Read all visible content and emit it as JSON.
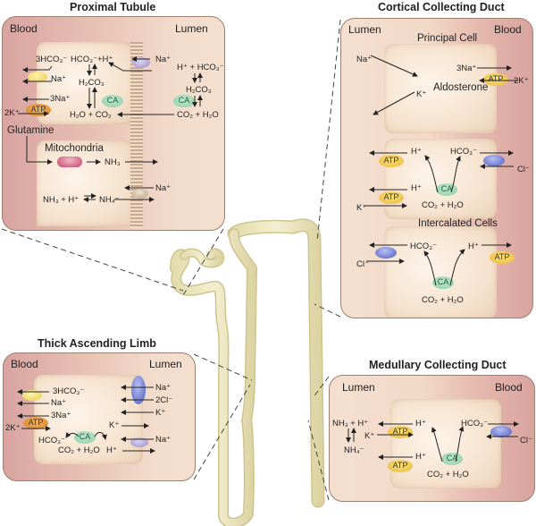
{
  "figure": {
    "nephron_icon": "nephron-tubule-drawing"
  },
  "proximal_tubule": {
    "title": "Proximal Tubule",
    "blood": "Blood",
    "lumen": "Lumen",
    "hco3_out": "3HCO₃⁻",
    "hco3_h": "HCO₃⁻+H⁺",
    "na_in_basolateral": "Na⁺",
    "h2co3_cell": "H₂CO₃",
    "na3": "3Na⁺",
    "k2": "2K⁺",
    "atp": "ATP",
    "ca_cell": "CA",
    "h2o_co2_cell": "H₂O + CO₂",
    "na_lumen": "Na⁺",
    "h_hco3_lumen": "H⁺ + HCO₃⁻",
    "h2co3_lumen": "H₂CO₃",
    "ca_lumen": "CA",
    "co2_h2o_lumen": "CO₂ + H₂O",
    "glutamine": "Glutamine",
    "mitochondria": "Mitochondria",
    "nh3": "NH₃",
    "na_lumen2": "Na⁺",
    "nh3_h_nh4": "NH₃ + H⁺",
    "nh4": "NH₄⁻"
  },
  "cortical_collecting_duct": {
    "title": "Cortical Collecting Duct",
    "lumen": "Lumen",
    "blood": "Blood",
    "principal_cell": "Principal Cell",
    "na": "Na⁺",
    "k": "K⁺",
    "na3": "3Na⁺",
    "k2": "2K⁺",
    "atp": "ATP",
    "aldosterone": "Aldosterone",
    "ic1_h_top": "H⁺",
    "ic1_hco3": "HCO₃⁻",
    "ic1_cl": "Cl⁻",
    "ic1_h_bottom": "H⁺",
    "ic1_k": "K⁺",
    "ic1_atp1": "ATP",
    "ic1_atp2": "ATP",
    "ic1_ca": "CA",
    "ic1_co2_h2o": "CO₂ + H₂O",
    "intercalated_cells": "Intercalated Cells",
    "ic2_hco3": "HCO₃⁻",
    "ic2_cl": "Cl⁻",
    "ic2_h": "H⁺",
    "ic2_atp": "ATP",
    "ic2_ca": "CA",
    "ic2_co2_h2o": "CO₂ + H₂O"
  },
  "thick_ascending_limb": {
    "title": "Thick Ascending Limb",
    "blood": "Blood",
    "lumen": "Lumen",
    "hco3": "3HCO₃⁻",
    "na": "Na⁺",
    "na3": "3Na⁺",
    "k2": "2K⁺",
    "atp": "ATP",
    "hco3_cell": "HCO₃⁻",
    "ca": "CA",
    "co2_h2o": "CO₂ + H₂O",
    "na_lumen": "Na⁺",
    "cl2": "2Cl⁻",
    "k_lumen": "K⁺",
    "k_cell": "K⁺",
    "na_lumen2": "Na⁺",
    "h": "H⁺"
  },
  "medullary_collecting_duct": {
    "title": "Medullary Collecting Duct",
    "lumen": "Lumen",
    "blood": "Blood",
    "nh3_h": "NH₃ + H⁺",
    "nh4": "NH₄⁻",
    "k": "K⁺",
    "h_top": "H⁺",
    "h_bottom": "H⁺",
    "atp1": "ATP",
    "atp2": "ATP",
    "hco3": "HCO₃⁻",
    "cl": "Cl⁻",
    "ca": "CA",
    "co2_h2o": "CO₂ + H₂O"
  }
}
